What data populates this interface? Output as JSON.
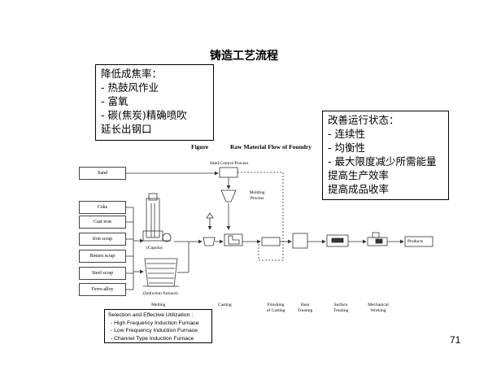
{
  "title": "铸造工艺流程",
  "left_note": {
    "lines": [
      "降低成焦率：",
      "- 热鼓风作业",
      "- 富氧",
      "- 碳(焦炭)精确喷吹",
      "延长出钢口"
    ]
  },
  "right_note": {
    "lines": [
      "改善运行状态：",
      "- 连续性",
      "- 均衡性",
      "- 最大限度减少所需能量",
      "提高生产效率",
      "提高成品收率"
    ]
  },
  "figure": {
    "label": "Figure",
    "caption": "Raw Material Flow of Foundry",
    "inputs": [
      "Sand",
      "Coke",
      "Cast iron",
      "Iron scrap",
      "Return scrap",
      "Steel scrap",
      "Ferro-alloy"
    ],
    "sand_control": "Sand Control Process",
    "molding": "Molding Process",
    "cupola": "(Cupola)",
    "induction": "(Induction furnace)",
    "products": "Products",
    "stages": {
      "melting": "Melting",
      "casting": "Casting",
      "finishing": "Finishing of Casting",
      "heat": "Heat Treating",
      "surface": "Surface Treating",
      "mechanical": "Mechanical Working"
    }
  },
  "utilization": {
    "heading": "Selection and Effective Utilization ;",
    "items": [
      "- High Frequency Induction Furnace",
      "- Low Frequency Induction Furnace",
      "- Channel Type Induction Furnace"
    ]
  },
  "page_number": "71"
}
